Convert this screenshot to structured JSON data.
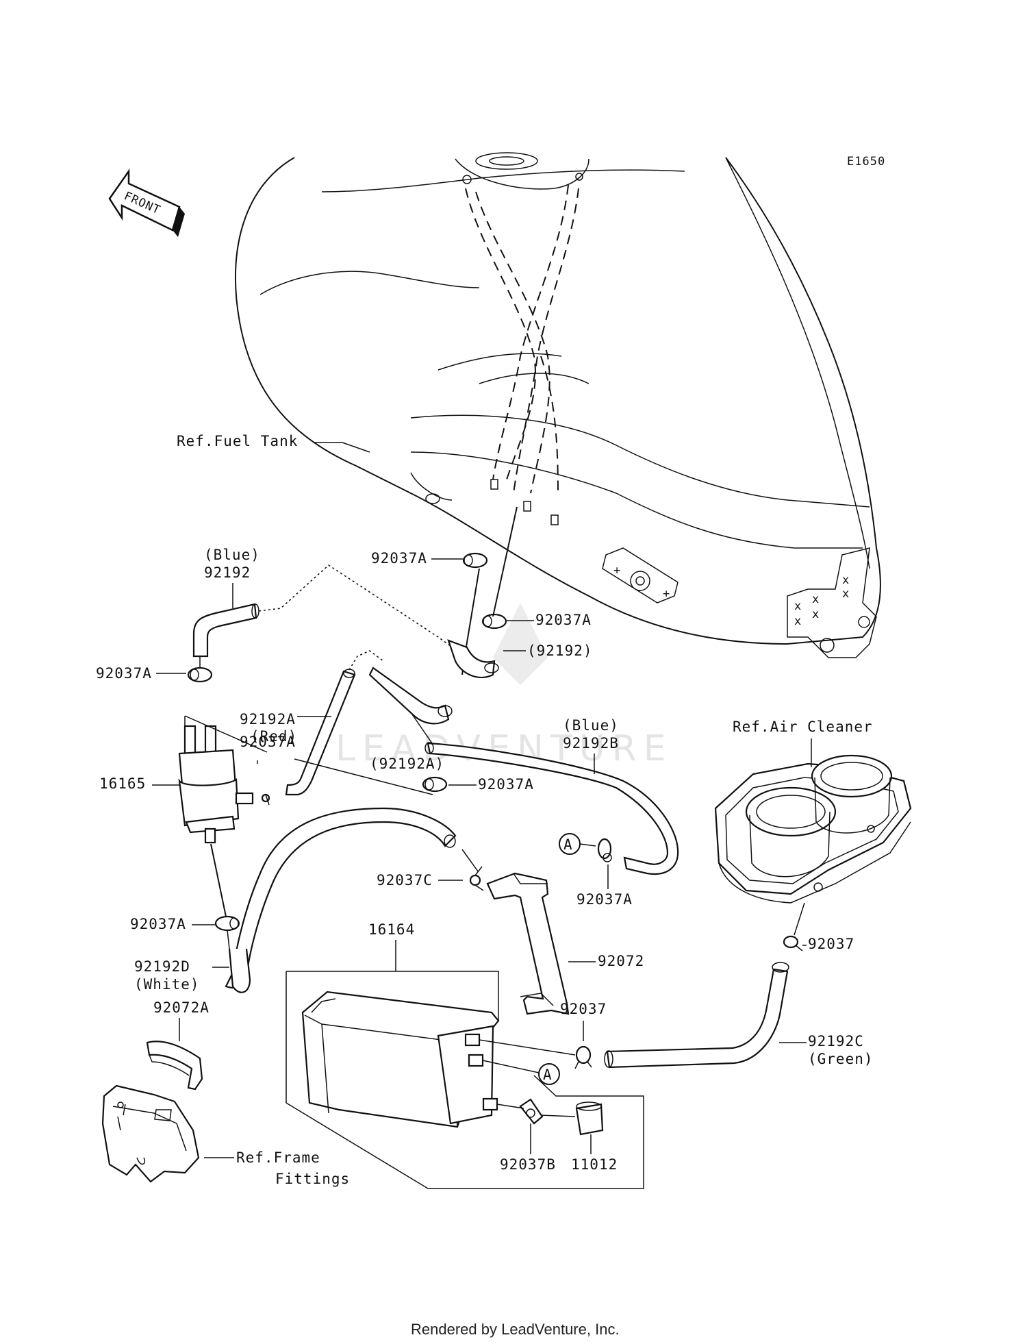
{
  "diagram_code": "E1650",
  "front_arrow_label": "FRONT",
  "watermark": "LEADVENTURE",
  "footer": "Rendered by LeadVenture, Inc.",
  "callouts": {
    "ref_fuel_tank": "Ref.Fuel Tank",
    "blue_1": "(Blue)",
    "p92192": "92192",
    "p92037A_top": "92037A",
    "p92037A_right": "92037A",
    "p92192_paren": "(92192)",
    "p92037A_left": "92037A",
    "p92192A": "92192A",
    "red": "(Red)",
    "p92192A_paren": "(92192A)",
    "p92037A_mid": "92037A",
    "p16165": "16165",
    "blue_2": "(Blue)",
    "p92192B": "92192B",
    "p92037A_b": "92037A",
    "circle_a_1": "A",
    "p92037A_c": "92037A",
    "ref_air_cleaner": "Ref.Air Cleaner",
    "p92037C": "92037C",
    "p92037A_low": "92037A",
    "p92192D": "92192D",
    "white": "(White)",
    "p16164": "16164",
    "p92072": "92072",
    "p92037_right": "92037",
    "p92037_mid": "92037",
    "p92192C": "92192C",
    "green": "(Green)",
    "circle_a_2": "A",
    "p92072A": "92072A",
    "ref_frame": "Ref.Frame",
    "fittings": "Fittings",
    "p92037B": "92037B",
    "p11012": "11012"
  }
}
